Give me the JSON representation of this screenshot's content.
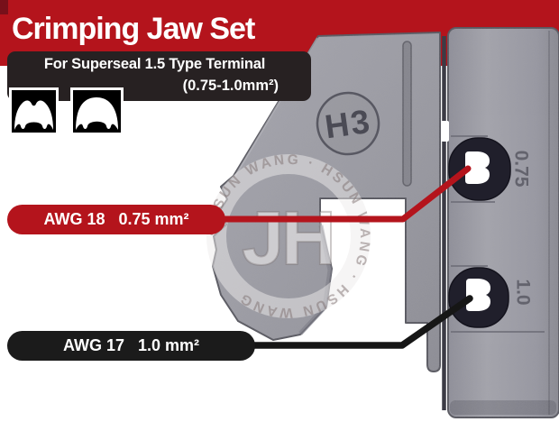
{
  "banner": {
    "title": "Crimping Jaw Set",
    "bg": "#b4141c"
  },
  "subtitle_box": {
    "line1": "For Superseal 1.5 Type Terminal",
    "line2": "(0.75-1.0mm²)",
    "bg": "#272122"
  },
  "profile_icons": {
    "left": "wire-crimp-profile",
    "right": "insulation-crimp-profile"
  },
  "jaw": {
    "stamp": "H3",
    "engraving_top": "0.75",
    "engraving_bottom": "1.0",
    "metal_color": "#9c9ca4",
    "die_color": "#201f2b"
  },
  "labels": {
    "awg18": {
      "text": "AWG 18   0.75 mm²",
      "bg": "#b4141c"
    },
    "awg17": {
      "text": "AWG 17   1.0 mm²",
      "bg": "#1b1b1b"
    }
  },
  "watermark": {
    "ring_text": "· HSUN WANG · HSUN WANG · HSUN WANG ",
    "center_text": "JH"
  }
}
